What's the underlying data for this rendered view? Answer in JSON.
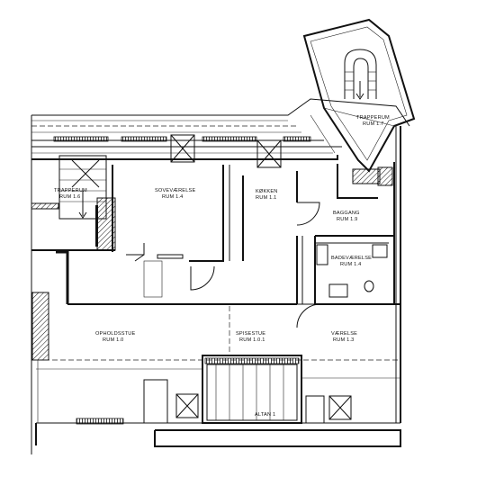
{
  "rooms": [
    {
      "id": "trapperum-upper",
      "name": "TRAPPERUM",
      "number": "RUM 1.7"
    },
    {
      "id": "trapperum-left",
      "name": "TRAPPERUM",
      "number": "RUM 1.6"
    },
    {
      "id": "sovevaerelse",
      "name": "SOVEVÆRELSE",
      "number": "RUM 1.4"
    },
    {
      "id": "kokken",
      "name": "KØKKEN",
      "number": "RUM 1.1"
    },
    {
      "id": "baggang",
      "name": "BAGGANG",
      "number": "RUM 1.9"
    },
    {
      "id": "badevaerelse",
      "name": "BADEVÆRELSE",
      "number": "RUM 1.4"
    },
    {
      "id": "opholdsstue",
      "name": "OPHOLDSSTUE",
      "number": "RUM 1.0"
    },
    {
      "id": "spisestue",
      "name": "SPISESTUE",
      "number": "RUM 1.0.1"
    },
    {
      "id": "vaerelse",
      "name": "VÆRELSE",
      "number": "RUM 1.3"
    }
  ],
  "altan": {
    "name": "ALTAN 1"
  }
}
